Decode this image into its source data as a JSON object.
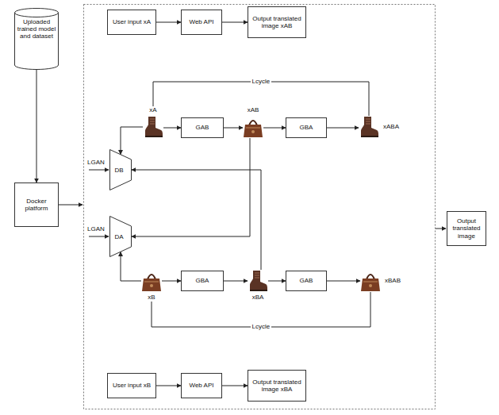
{
  "diagram": {
    "nodes": [
      {
        "text": [
          "Uploaded trained model and dataset"
        ]
      },
      {
        "text": [
          "Docker platform"
        ]
      },
      {
        "text": [
          "User input xA"
        ]
      },
      {
        "text": [
          "Web API"
        ]
      },
      {
        "text": [
          "Output translated image xAB"
        ]
      },
      {
        "text": [
          "xA"
        ]
      },
      {
        "text": [
          "GAB"
        ]
      },
      {
        "text": [
          "xAB"
        ]
      },
      {
        "text": [
          "GBA"
        ]
      },
      {
        "text": [
          "xABA"
        ]
      },
      {
        "text": [
          "DB"
        ]
      },
      {
        "text": [
          "DA"
        ]
      },
      {
        "text": [
          "xB"
        ]
      },
      {
        "text": [
          "GBA"
        ]
      },
      {
        "text": [
          "xBA"
        ]
      },
      {
        "text": [
          "GAB"
        ]
      },
      {
        "text": [
          "xBAB"
        ]
      },
      {
        "text": [
          "User input xB"
        ]
      },
      {
        "text": [
          "Web API"
        ]
      },
      {
        "text": [
          "Output translated image xBA"
        ]
      },
      {
        "text": [
          "Output translated image"
        ]
      }
    ],
    "edges": [
      {
        "from": 0,
        "to": 1,
        "arrow": "to"
      },
      {
        "from": 2,
        "to": 3,
        "arrow": "to"
      },
      {
        "from": 3,
        "to": 4,
        "arrow": "to"
      },
      {
        "from": 5,
        "to": 6,
        "arrow": "to"
      },
      {
        "from": 6,
        "to": 7,
        "arrow": "to"
      },
      {
        "from": 7,
        "to": 8,
        "arrow": "to"
      },
      {
        "from": 8,
        "to": 9,
        "arrow": "to"
      },
      {
        "from": 5,
        "to": 9,
        "label": "Lcycle",
        "arrow": "none"
      },
      {
        "from": 7,
        "to": 11,
        "arrow": "to"
      },
      {
        "from": 14,
        "to": 10,
        "arrow": "to"
      },
      {
        "from": 5,
        "to": 10,
        "arrow": "to"
      },
      {
        "from": 12,
        "to": 11,
        "arrow": "to"
      },
      {
        "from": 12,
        "to": 13,
        "arrow": "to"
      },
      {
        "from": 13,
        "to": 14,
        "arrow": "to"
      },
      {
        "from": 14,
        "to": 15,
        "arrow": "to"
      },
      {
        "from": 15,
        "to": 16,
        "arrow": "to"
      },
      {
        "from": 12,
        "to": 16,
        "label": "Lcycle",
        "arrow": "none"
      },
      {
        "from": 17,
        "to": 18,
        "arrow": "to"
      },
      {
        "from": 18,
        "to": 19,
        "arrow": "to"
      }
    ],
    "labels": [
      "LGAN",
      "LGAN"
    ]
  }
}
